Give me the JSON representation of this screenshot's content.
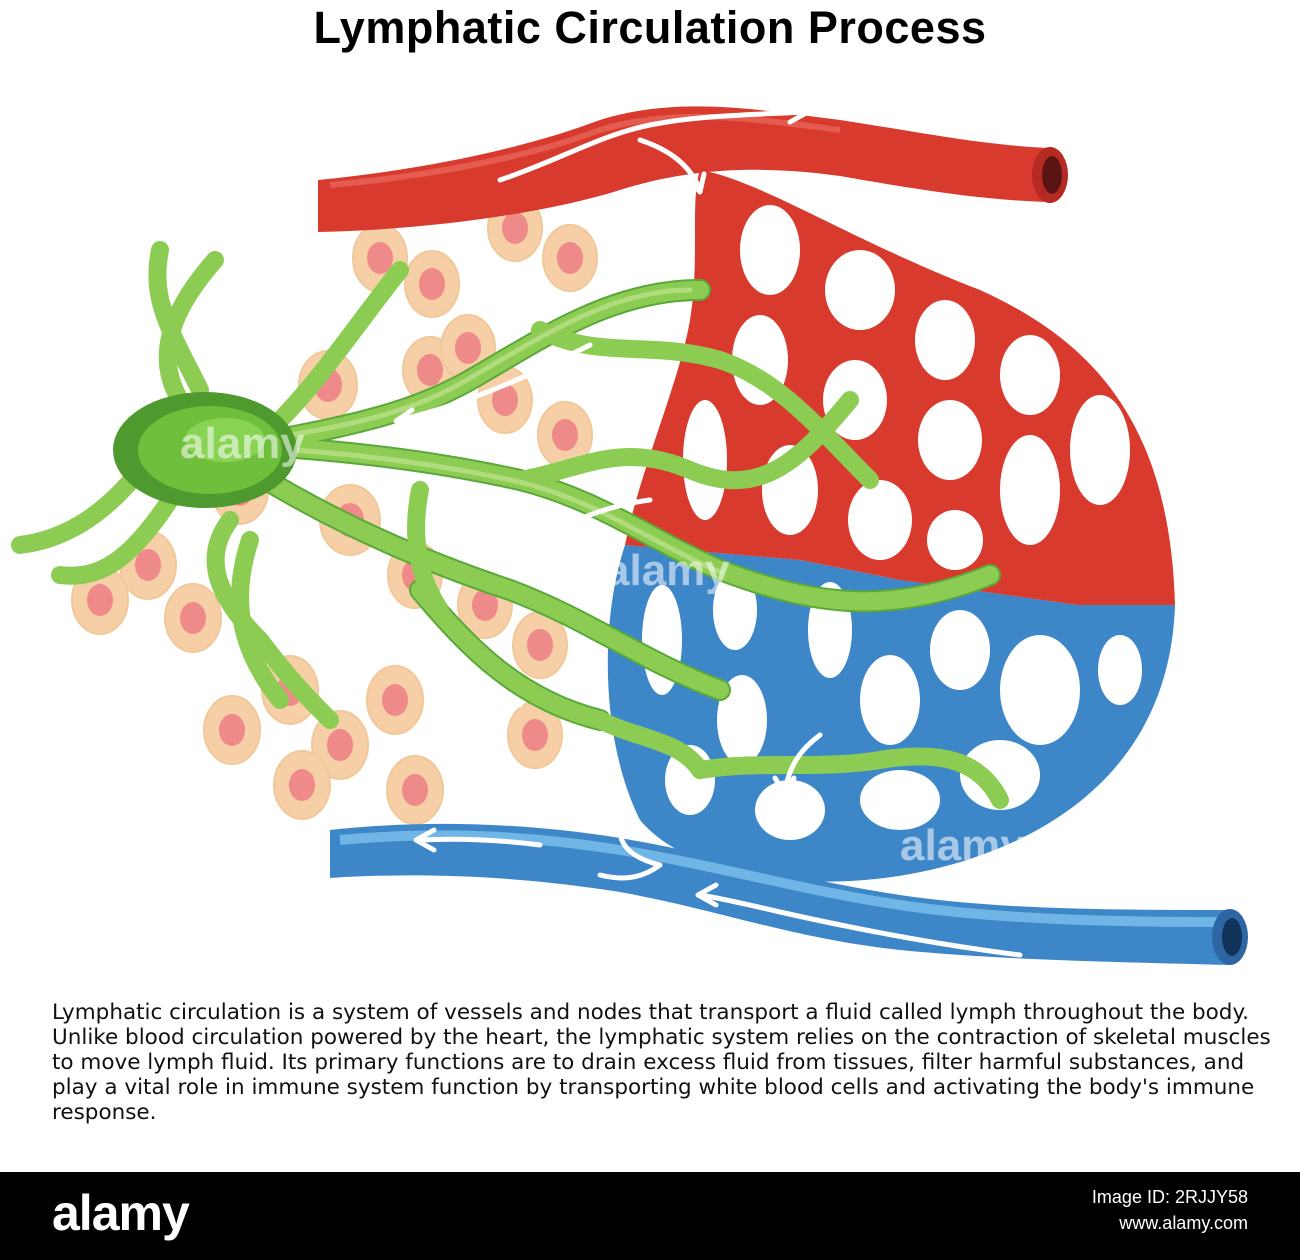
{
  "title": "Lymphatic Circulation Process",
  "description": "Lymphatic circulation is a system of vessels and nodes that transport a fluid called lymph throughout the body. Unlike blood circulation powered by the heart, the lymphatic system relies on the contraction of skeletal muscles to move lymph fluid. Its primary functions are to drain excess fluid from tissues, filter harmful substances, and play a vital role in immune system function by transporting white blood cells and activating the body's immune response.",
  "watermark": "alamy",
  "footer": {
    "logo": "alamy",
    "image_id": "Image ID: 2RJJY58",
    "url": "www.alamy.com"
  },
  "colors": {
    "artery": "#d93a2e",
    "artery_dark": "#b52a22",
    "vein": "#3d86c8",
    "vein_light": "#7cc0ec",
    "lymph": "#8ccc52",
    "lymph_dark": "#5aa83a",
    "node": "#5fb13a",
    "cell_outer": "#f7cfa6",
    "cell_inner": "#ef8a8a"
  }
}
